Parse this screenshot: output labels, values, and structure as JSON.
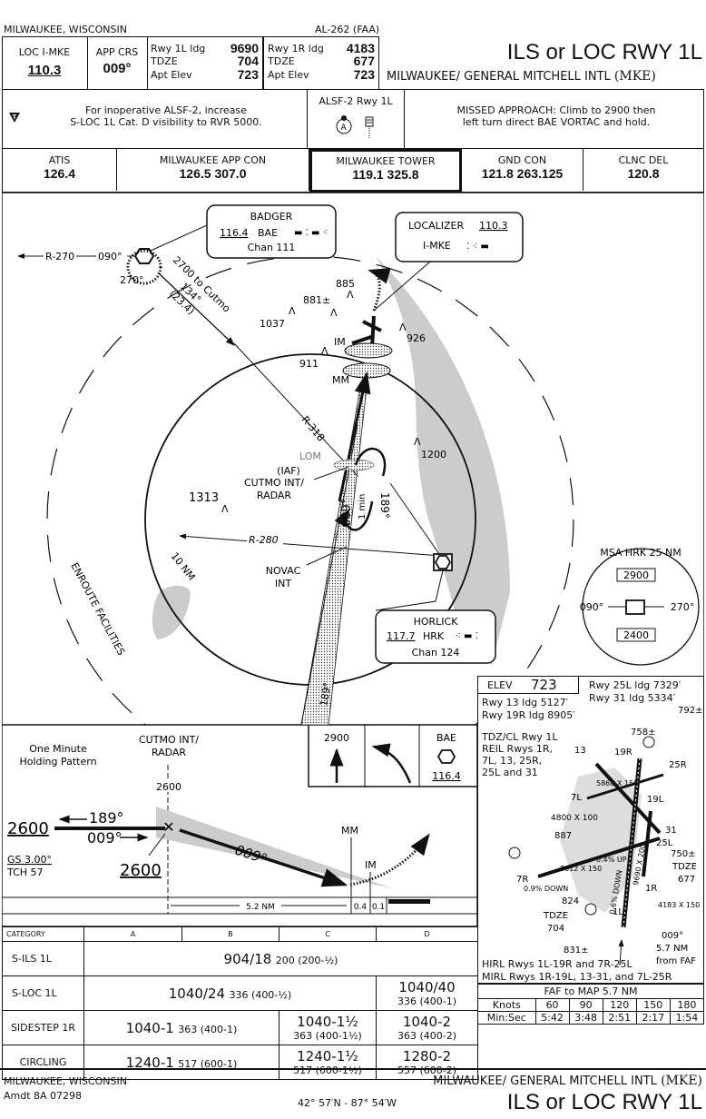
{
  "header": {
    "location": "MILWAUKEE, WISCONSIN",
    "chart_id": "AL-262 (FAA)",
    "loc_label": "LOC  I-MKE",
    "loc_freq": "110.3",
    "app_crs_label": "APP CRS",
    "app_crs": "009°",
    "rwy1l_ldg_label": "Rwy 1L ldg",
    "rwy1l_ldg": "9690",
    "rwy1l_tdze_label": "TDZE",
    "rwy1l_tdze": "704",
    "rwy1l_apt_elev_label": "Apt Elev",
    "rwy1l_apt_elev": "723",
    "rwy1r_ldg_label": "Rwy 1R ldg",
    "rwy1r_ldg": "4183",
    "rwy1r_tdze_label": "TDZE",
    "rwy1r_tdze": "677",
    "rwy1r_apt_elev_label": "Apt Elev",
    "rwy1r_apt_elev": "723",
    "title": "ILS or LOC RWY 1L",
    "airport": "MILWAUKEE/ GENERAL MITCHELL INTL",
    "airport_id": "(MKE)"
  },
  "notes": {
    "alsf_note_line1": "For inoperative ALSF-2, increase",
    "alsf_note_line2": "S-LOC 1L Cat. D visibility to RVR 5000.",
    "alsf_label": "ALSF-2 Rwy 1L",
    "missed_line1": "MISSED APPROACH: Climb to 2900 then",
    "missed_line2": "left turn direct BAE VORTAC and hold."
  },
  "comms": [
    {
      "label": "ATIS",
      "freq": "126.4"
    },
    {
      "label": "MILWAUKEE APP CON",
      "freq": "126.5  307.0"
    },
    {
      "label": "MILWAUKEE TOWER",
      "freq": "119.1  325.8"
    },
    {
      "label": "GND CON",
      "freq": "121.8 263.125"
    },
    {
      "label": "CLNC DEL",
      "freq": "120.8"
    }
  ],
  "plan": {
    "badger_name": "BADGER",
    "badger_freq": "116.4",
    "badger_id": "BAE",
    "badger_chan": "Chan 111",
    "r270": "R-270",
    "hold_in": "090°",
    "hold_out": "270°",
    "cutmo_route": "2700 to Cutmo",
    "cutmo_crs": "134°",
    "cutmo_dist": "(23.4)",
    "loc_box_label": "LOCALIZER",
    "loc_box_freq": "110.3",
    "loc_box_id": "I-MKE",
    "obstacles": [
      "885",
      "881±",
      "1037",
      "926",
      "911",
      "1200",
      "1313"
    ],
    "im": "IM",
    "mm": "MM",
    "r318": "R-318",
    "lom": "LOM",
    "iaf_line1": "(IAF)",
    "iaf_line2": "CUTMO INT/",
    "iaf_line3": "RADAR",
    "crs_009": "009°",
    "one_min": "1 min",
    "crs_189": "189°",
    "r280": "R-280",
    "novac_line1": "NOVAC",
    "novac_line2": "INT",
    "ten_nm": "10 NM",
    "enroute": "ENROUTE FACILITIES",
    "horlick_name": "HORLICK",
    "horlick_freq": "117.7",
    "horlick_id": "HRK",
    "horlick_chan": "Chan 124",
    "msa_title": "MSA HRK 25 NM",
    "msa_north": "2900",
    "msa_south": "2400",
    "msa_left": "090°",
    "msa_right": "270°",
    "bottom_189": "189°"
  },
  "airport_diagram": {
    "elev_label": "ELEV",
    "elev": "723",
    "rwy25l": "Rwy 25L ldg 7329′",
    "rwy31": "Rwy 31 ldg 5334′",
    "rwy13": "Rwy 13 ldg 5127′",
    "rwy19r": "Rwy 19R ldg 8905′",
    "tdz_note_lines": [
      "TDZ/CL Rwy 1L",
      "REIL Rwys 1R,",
      "7L, 13, 25R,",
      "25L and 31"
    ],
    "obstacles": [
      "758±",
      "792±",
      "887",
      "824",
      "831±",
      "750±"
    ],
    "tdze1r_label": "TDZE",
    "tdze1r": "677",
    "tdze1l_label": "TDZE",
    "tdze1l": "704",
    "rwy_labels": [
      "13",
      "19R",
      "25R",
      "7L",
      "19L",
      "31",
      "25L",
      "7R",
      "1R",
      "1L"
    ],
    "dims": [
      "5868 X 150",
      "4800 X 100",
      "8012 X 150",
      "9690 X 200",
      "4183 X 150"
    ],
    "grades": [
      "0.4% UP",
      "0.9% DOWN",
      "0.6% DOWN"
    ],
    "faf_note_lines": [
      "009°",
      "5.7 NM",
      "from FAF"
    ],
    "hirl": "HIRL Rwys 1L-19R and 7R-25L",
    "mirl": "MIRL Rwys 1R-19L, 13-31, and 7L-25R"
  },
  "profile": {
    "one_minute_line1": "One Minute",
    "one_minute_line2": "Holding Pattern",
    "cutmo_line1": "CUTMO INT/",
    "cutmo_line2": "RADAR",
    "alt_top": "2600",
    "hold_alt": "2600",
    "hold_out": "189°",
    "hold_in": "009°",
    "gs_alt": "2600",
    "gs": "GS 3.00°",
    "tch": "TCH 57",
    "crs": "009°",
    "mm": "MM",
    "im": "IM",
    "dist_main": "5.2 NM",
    "dist_mm": "0.4",
    "dist_im": "0.1",
    "ma_alt": "2900",
    "ma_fix": "BAE",
    "ma_freq": "116.4"
  },
  "minimums": {
    "header": [
      "CATEGORY",
      "A",
      "B",
      "C",
      "D"
    ],
    "rows": [
      {
        "label": "S-ILS 1L",
        "cells": [
          {
            "main": "904/18",
            "sub": "200 (200-½)"
          }
        ]
      },
      {
        "label": "S-LOC 1L",
        "cells": [
          {
            "main": "1040/24",
            "sub": "336 (400-½)"
          },
          {
            "main": "1040/40",
            "sub": "336 (400-1)"
          }
        ]
      },
      {
        "label": "SIDESTEP 1R",
        "cells": [
          {
            "main": "1040-1",
            "sub": "363 (400-1)"
          },
          {
            "main": "1040-1½",
            "sub": "363 (400-1½)"
          },
          {
            "main": "1040-2",
            "sub": "363 (400-2)"
          }
        ]
      },
      {
        "label": "CIRCLING",
        "cells": [
          {
            "main": "1240-1",
            "sub": "517 (600-1)"
          },
          {
            "main": "1240-1½",
            "sub": "517 (600-1½)"
          },
          {
            "main": "1280-2",
            "sub": "557 (600-2)"
          }
        ]
      }
    ]
  },
  "timing": {
    "title": "FAF to MAP  5.7 NM",
    "knots_label": "Knots",
    "knots": [
      "60",
      "90",
      "120",
      "150",
      "180"
    ],
    "time_label": "Min:Sec",
    "times": [
      "5:42",
      "3:48",
      "2:51",
      "2:17",
      "1:54"
    ]
  },
  "footer": {
    "location": "MILWAUKEE, WISCONSIN",
    "amendment": "Amdt 8A  07298",
    "coords": "42° 57′N - 87° 54′W",
    "airport": "MILWAUKEE/ GENERAL MITCHELL INTL",
    "airport_id": "(MKE)",
    "title": "ILS or LOC RWY 1L"
  }
}
